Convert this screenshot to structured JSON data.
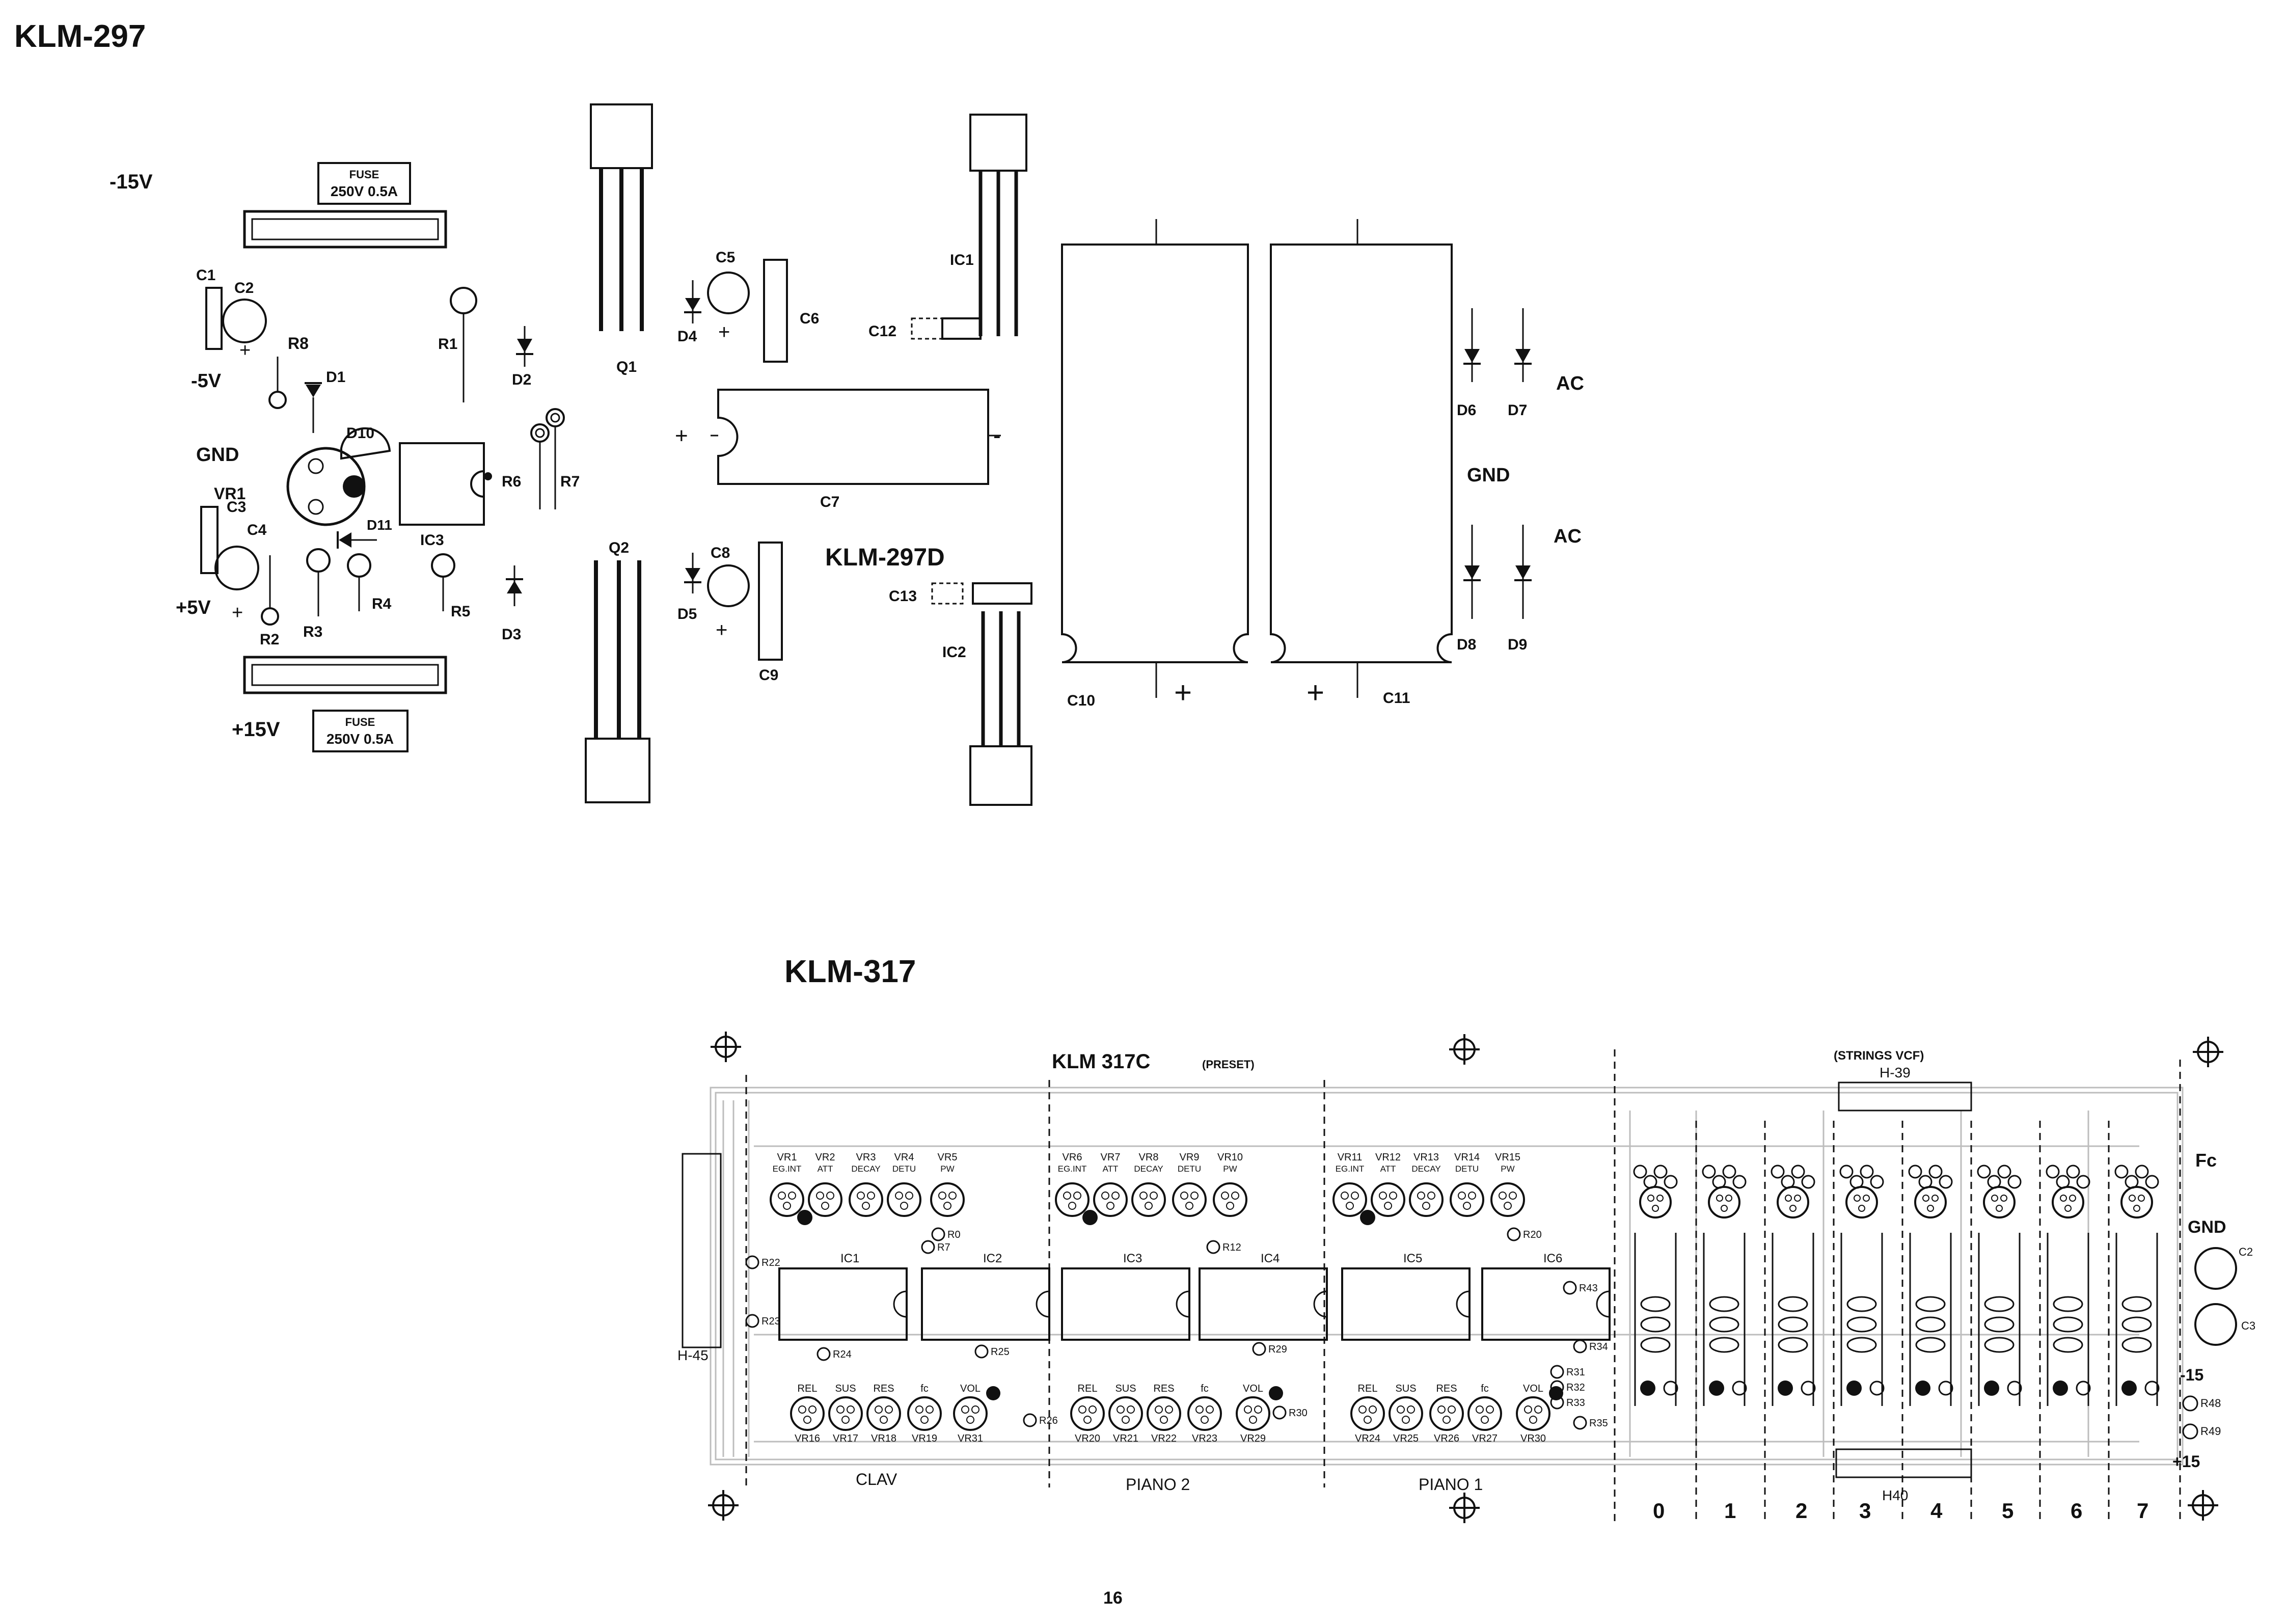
{
  "page": {
    "title_top": "KLM-297",
    "title_bottom": "KLM-317",
    "page_number": "16"
  },
  "klm297": {
    "board_variant": "KLM-297D",
    "fuse_top": {
      "line1": "FUSE",
      "line2": "250V 0.5A"
    },
    "fuse_bottom": {
      "line1": "FUSE",
      "line2": "250V 0.5A"
    },
    "pins": {
      "neg15": "-15V",
      "neg5": "-5V",
      "gnd": "GND",
      "pos5": "+5V",
      "pos15": "+15V"
    },
    "right_pins": {
      "ac_top": "AC",
      "gnd": "GND",
      "ac_bottom": "AC"
    },
    "labels": {
      "C1": "C1",
      "C2": "C2",
      "C3": "C3",
      "C4": "C4",
      "C5": "C5",
      "C6": "C6",
      "C7": "C7",
      "C8": "C8",
      "C9": "C9",
      "C10": "C10",
      "C11": "C11",
      "C12": "C12",
      "C13": "C13",
      "R1": "R1",
      "R2": "R2",
      "R3": "R3",
      "R4": "R4",
      "R5": "R5",
      "R6": "R6",
      "R7": "R7",
      "R8": "R8",
      "D1": "D1",
      "D2": "D2",
      "D3": "D3",
      "D4": "D4",
      "D5": "D5",
      "D6": "D6",
      "D7": "D7",
      "D8": "D8",
      "D9": "D9",
      "D10": "D10",
      "D11": "D11",
      "VR1": "VR1",
      "IC1": "IC1",
      "IC2": "IC2",
      "IC3": "IC3",
      "Q1": "Q1",
      "Q2": "Q2",
      "plus": "+",
      "minus": "-"
    }
  },
  "klm317": {
    "preset_label": "KLM 317C",
    "preset_suffix": "(PRESET)",
    "strings_label": "(STRINGS VCF)",
    "h39": "H-39",
    "h40": "H40",
    "h45": "H-45",
    "right_labels": {
      "fc": "Fc",
      "gnd": "GND",
      "neg15": "-15",
      "pos15": "+15",
      "c2": "C2",
      "c3": "C3",
      "r48": "R48",
      "r49": "R49"
    },
    "sections": [
      "CLAV",
      "PIANO 2",
      "PIANO 1"
    ],
    "top_pots": [
      {
        "name": "VR1",
        "fn": "EG.INT"
      },
      {
        "name": "VR2",
        "fn": "ATT"
      },
      {
        "name": "VR3",
        "fn": "DECAY"
      },
      {
        "name": "VR4",
        "fn": "DETU"
      },
      {
        "name": "VR5",
        "fn": "PW"
      },
      {
        "name": "VR6",
        "fn": "EG.INT"
      },
      {
        "name": "VR7",
        "fn": "ATT"
      },
      {
        "name": "VR8",
        "fn": "DECAY"
      },
      {
        "name": "VR9",
        "fn": "DETU"
      },
      {
        "name": "VR10",
        "fn": "PW"
      },
      {
        "name": "VR11",
        "fn": "EG.INT"
      },
      {
        "name": "VR12",
        "fn": "ATT"
      },
      {
        "name": "VR13",
        "fn": "DECAY"
      },
      {
        "name": "VR14",
        "fn": "DETU"
      },
      {
        "name": "VR15",
        "fn": "PW"
      }
    ],
    "bottom_pots": [
      {
        "name": "VR16",
        "fn": "REL"
      },
      {
        "name": "VR17",
        "fn": "SUS"
      },
      {
        "name": "VR18",
        "fn": "RES"
      },
      {
        "name": "VR19",
        "fn": "fc"
      },
      {
        "name": "VR31",
        "fn": "VOL"
      },
      {
        "name": "VR20",
        "fn": "REL"
      },
      {
        "name": "VR21",
        "fn": "SUS"
      },
      {
        "name": "VR22",
        "fn": "RES"
      },
      {
        "name": "VR23",
        "fn": "fc"
      },
      {
        "name": "VR29",
        "fn": "VOL"
      },
      {
        "name": "VR24",
        "fn": "REL"
      },
      {
        "name": "VR25",
        "fn": "SUS"
      },
      {
        "name": "VR26",
        "fn": "RES"
      },
      {
        "name": "VR27",
        "fn": "fc"
      },
      {
        "name": "VR30",
        "fn": "VOL"
      }
    ],
    "ics": [
      "IC1",
      "IC2",
      "IC3",
      "IC4",
      "IC5",
      "IC6"
    ],
    "resistor_labels": [
      "R7",
      "R12",
      "R20",
      "R0",
      "R22",
      "R23",
      "R24",
      "R25",
      "R26",
      "R29",
      "R30",
      "R31",
      "R32",
      "R33",
      "R34",
      "R35",
      "R43"
    ],
    "vcf_channels": [
      "0",
      "1",
      "2",
      "3",
      "4",
      "5",
      "6",
      "7"
    ]
  }
}
